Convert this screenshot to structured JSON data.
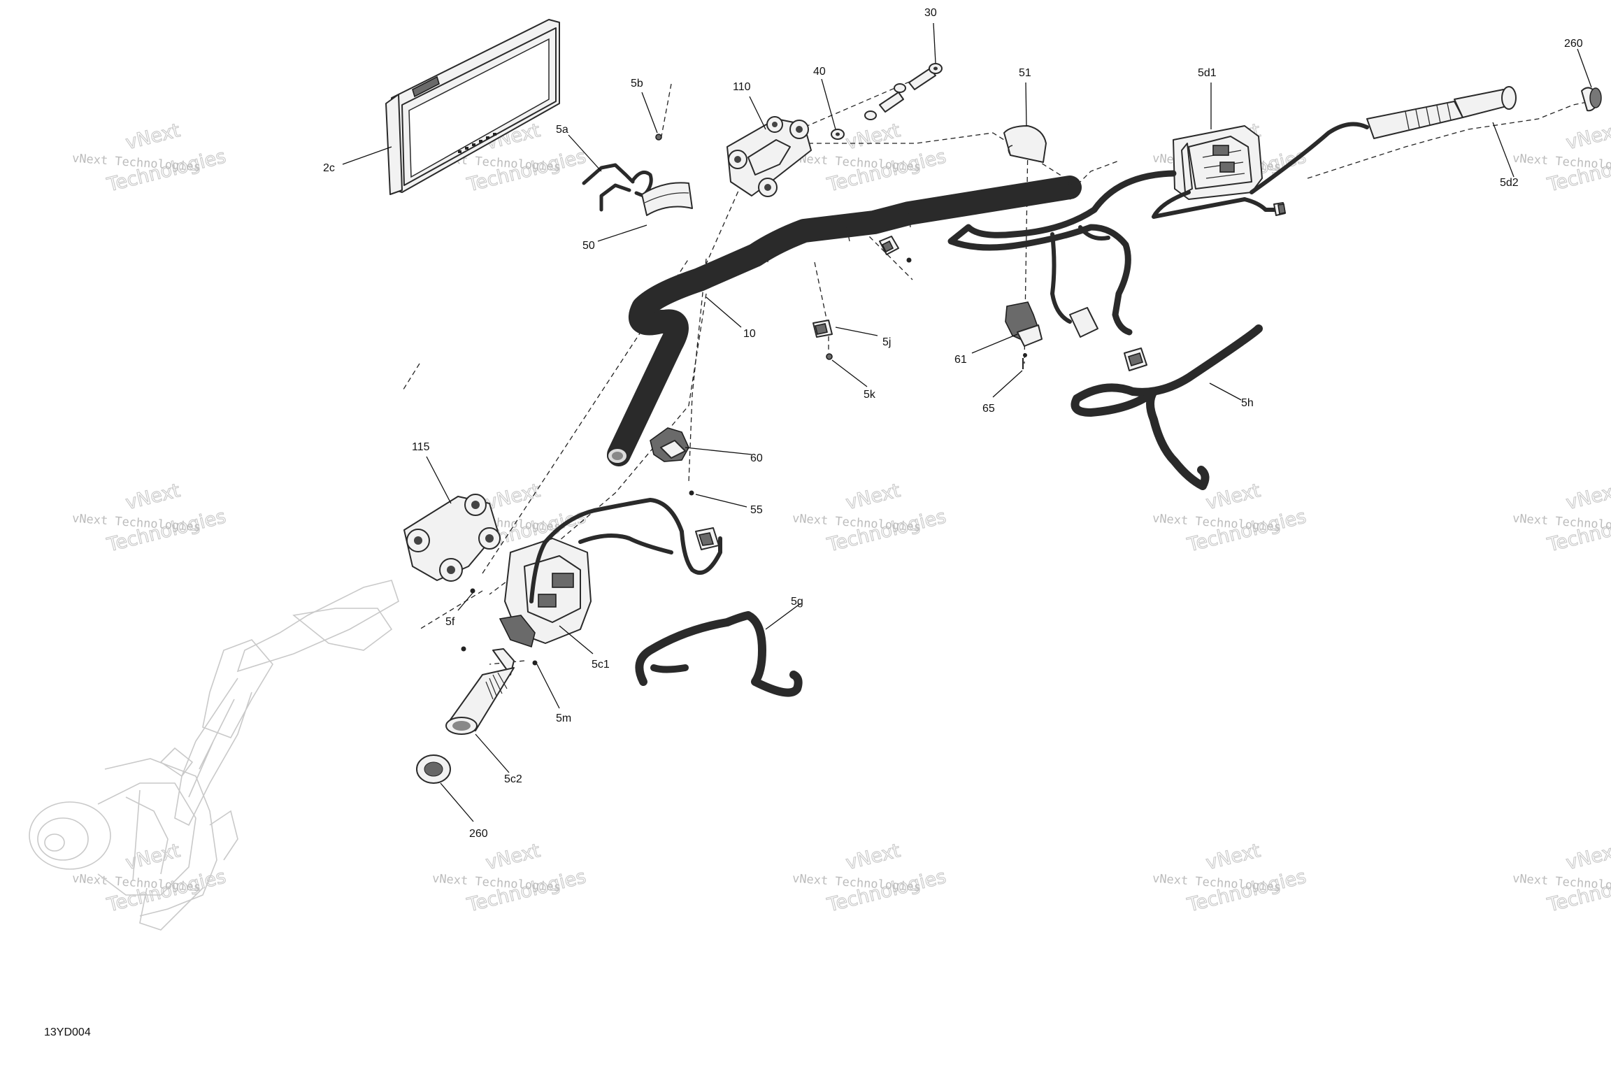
{
  "diagram": {
    "drawing_code": "13YD004",
    "callouts": [
      "2c",
      "5a",
      "5b",
      "110",
      "40",
      "30",
      "51",
      "5d1",
      "260",
      "50",
      "10",
      "5j",
      "5k",
      "61",
      "65",
      "5d2",
      "5h",
      "115",
      "60",
      "55",
      "5f",
      "5c1",
      "5g",
      "5m",
      "5c2",
      "260"
    ],
    "watermark": {
      "line1": "vNext Technologies",
      "line2": "Technologies",
      "line0": "vNext"
    }
  }
}
